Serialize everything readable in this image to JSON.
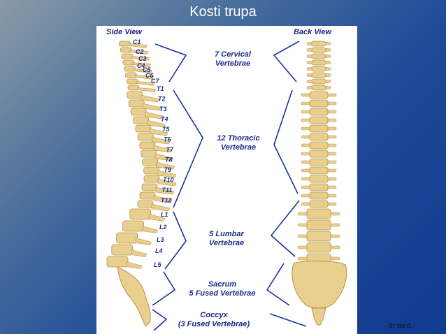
{
  "slide": {
    "title": "Kosti trupa",
    "footer": "dr med."
  },
  "figure": {
    "side_view_label": "Side View",
    "back_view_label": "Back View",
    "cervical_labels": [
      "C1",
      "C2",
      "C3",
      "C4",
      "C5",
      "C6",
      "C7"
    ],
    "thoracic_labels": [
      "T1",
      "T2",
      "T3",
      "T4",
      "T5",
      "T6",
      "T7",
      "T8",
      "T9",
      "T10",
      "T11",
      "T12"
    ],
    "lumbar_labels": [
      "L1",
      "L2",
      "L3",
      "L4",
      "L5"
    ],
    "groups": {
      "cervical": [
        "7 Cervical",
        "Vertebrae"
      ],
      "thoracic": [
        "12 Thoracic",
        "Vertebrae"
      ],
      "lumbar": [
        "5 Lumbar",
        "Vertebrae"
      ],
      "sacrum": [
        "Sacrum",
        "5 Fused Vertebrae"
      ],
      "coccyx": [
        "Coccyx",
        "(3 Fused Vertebrae)"
      ]
    },
    "colors": {
      "bone": "#e8cf8e",
      "bone_dark": "#b8924a",
      "label": "#1a2a8a",
      "bracket": "#1f2fa0"
    }
  }
}
